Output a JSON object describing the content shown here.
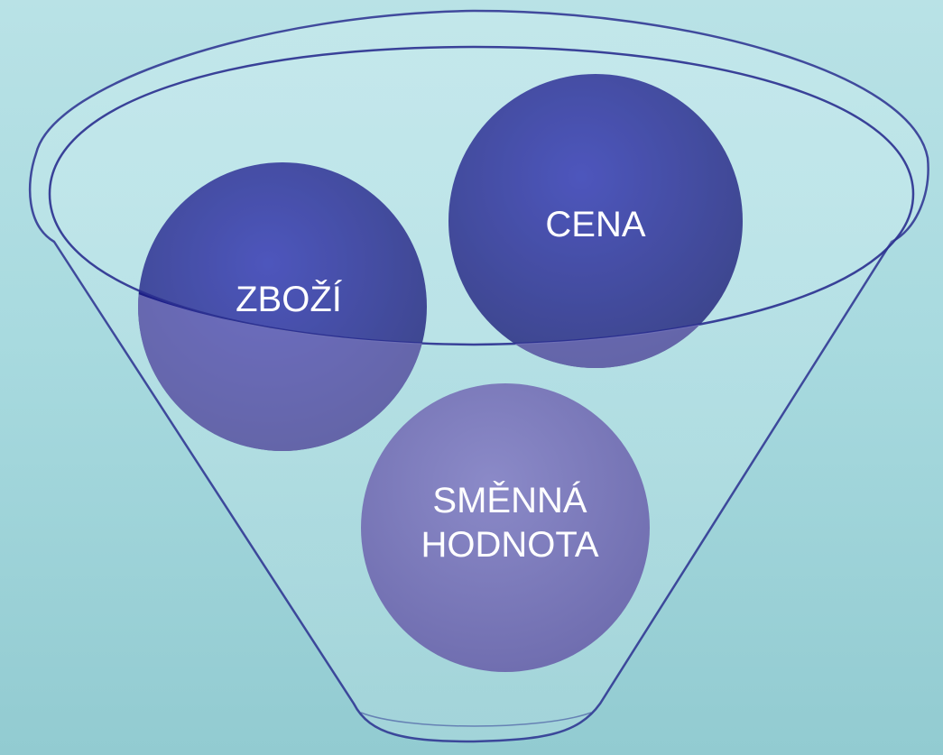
{
  "diagram": {
    "type": "funnel",
    "circles": [
      {
        "id": "zbozi",
        "lines": [
          "ZBOŽÍ"
        ]
      },
      {
        "id": "cena",
        "lines": [
          "CENA"
        ]
      },
      {
        "id": "smenna-hodnota",
        "lines": [
          "SMĚNNÁ",
          "HODNOTA"
        ]
      }
    ]
  },
  "colors": {
    "background_top": "#b9e2e6",
    "background_bottom": "#92cbd1",
    "funnel_outline": "#2a2f8f",
    "circle_dark": "#1d1f88",
    "circle_light": "#7d7cbc",
    "label_text": "#ffffff"
  }
}
